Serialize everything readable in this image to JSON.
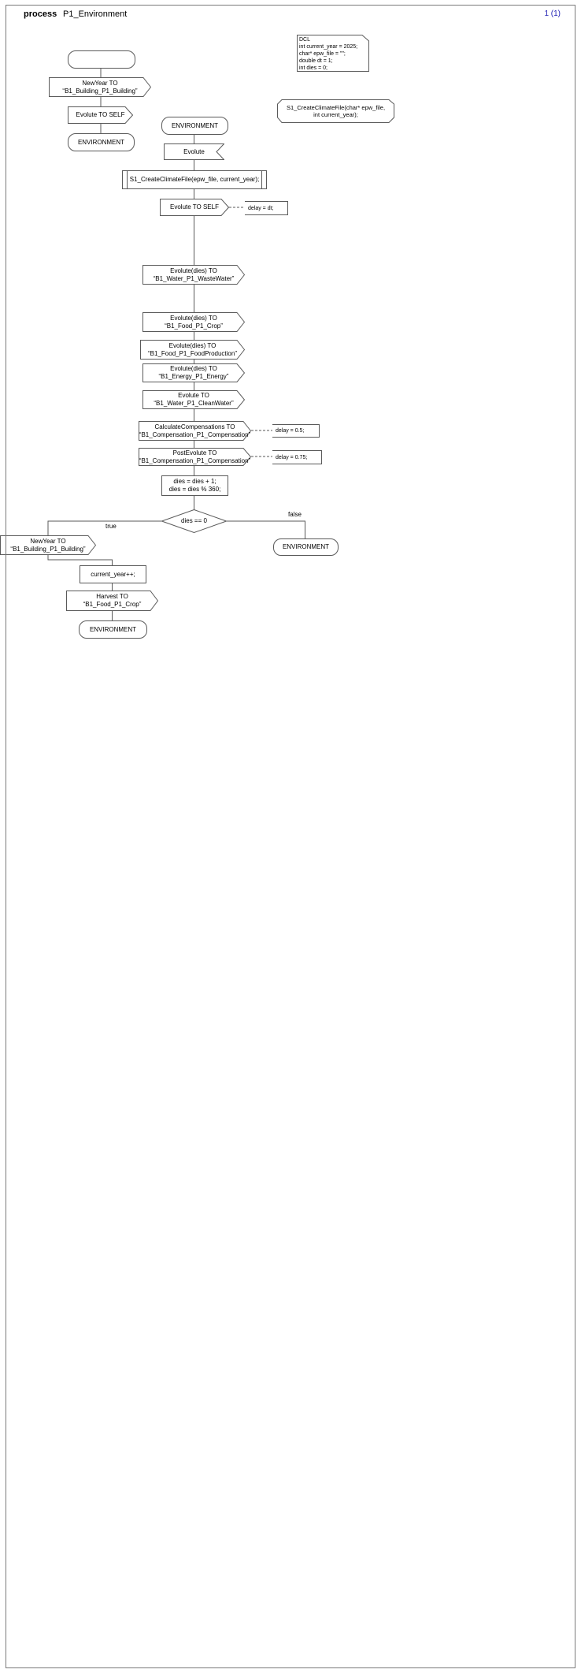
{
  "header": {
    "kind": "process",
    "title": "P1_Environment",
    "page": "1 (1)"
  },
  "colors": {
    "page_number": "#1f1fb4",
    "line_stroke": "#5a5a5a",
    "background": "#ffffff",
    "text": "#000000"
  },
  "declarations": {
    "dcl": {
      "lines": [
        "DCL",
        "int current_year = 2025;",
        "char* epw_file = \"\";",
        "double dt = 1;",
        "int dies = 0;"
      ]
    },
    "procedure": {
      "lines": [
        "S1_CreateClimateFile(char* epw_file,",
        "int current_year);"
      ]
    }
  },
  "nodes": {
    "newyear_top": {
      "lines": [
        "NewYear TO",
        "“B1_Building_P1_Building”"
      ]
    },
    "evolute_self_left": {
      "lines": [
        "Evolute TO SELF"
      ]
    },
    "env_left": {
      "lines": [
        "ENVIRONMENT"
      ]
    },
    "env_main": {
      "lines": [
        "ENVIRONMENT"
      ]
    },
    "input_evolute": {
      "lines": [
        "Evolute"
      ]
    },
    "create_climate": {
      "lines": [
        "S1_CreateClimateFile(epw_file, current_year);"
      ]
    },
    "evolute_self_main": {
      "lines": [
        "Evolute TO SELF"
      ]
    },
    "out_wastewater": {
      "lines": [
        "Evolute(dies) TO",
        "“B1_Water_P1_WasteWater”"
      ]
    },
    "out_crop": {
      "lines": [
        "Evolute(dies) TO",
        "“B1_Food_P1_Crop”"
      ]
    },
    "out_foodproduction": {
      "lines": [
        "Evolute(dies) TO",
        "“B1_Food_P1_FoodProduction”"
      ]
    },
    "out_energy": {
      "lines": [
        "Evolute(dies) TO",
        "“B1_Energy_P1_Energy”"
      ]
    },
    "out_cleanwater": {
      "lines": [
        "Evolute TO",
        "“B1_Water_P1_CleanWater”"
      ]
    },
    "out_calccomp": {
      "lines": [
        "CalculateCompensations TO",
        "“B1_Compensation_P1_Compensation”"
      ]
    },
    "out_postevolute": {
      "lines": [
        "PostEvolute TO",
        "“B1_Compensation_P1_Compensation”"
      ]
    },
    "task_dies": {
      "lines": [
        "dies = dies + 1;",
        "dies = dies % 360;"
      ]
    },
    "decision": {
      "lines": [
        "dies == 0"
      ]
    },
    "env_false": {
      "lines": [
        "ENVIRONMENT"
      ]
    },
    "out_newyear_bottom": {
      "lines": [
        "NewYear TO",
        "“B1_Building_P1_Building”"
      ]
    },
    "task_yearpp": {
      "lines": [
        "current_year++;"
      ]
    },
    "out_harvest": {
      "lines": [
        "Harvest TO",
        "“B1_Food_P1_Crop”"
      ]
    },
    "env_true": {
      "lines": [
        "ENVIRONMENT"
      ]
    }
  },
  "comments": {
    "delay_dt": "delay = dt;",
    "delay_05": "delay = 0.5;",
    "delay_075": "delay = 0.75;"
  },
  "branch_labels": {
    "true": "true",
    "false": "false"
  }
}
